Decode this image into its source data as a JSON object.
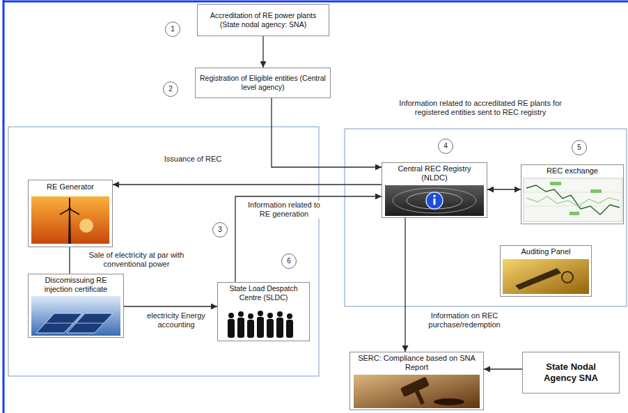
{
  "diagram": {
    "nodes": [
      {
        "text": [
          "Accreditation of RE power plants (State nodal agency: SNA)"
        ]
      },
      {
        "text": [
          "Registration of Eligible entities (Central level agency)"
        ]
      },
      {
        "text": [
          "RE Generator"
        ]
      },
      {
        "text": [
          "Central REC Registry (NLDC)"
        ]
      },
      {
        "text": [
          "REC exchange"
        ]
      },
      {
        "text": [
          "Auditing Panel"
        ]
      },
      {
        "text": [
          "Discomissuing RE injection certificate"
        ]
      },
      {
        "text": [
          "State Load Despatch Centre (SLDC)"
        ]
      },
      {
        "text": [
          "SERC: Compliance based on SNA Report"
        ]
      },
      {
        "text": [
          "State Nodal Agency SNA"
        ]
      }
    ],
    "edges": [
      {
        "from": 0,
        "to": 1,
        "arrow": "to"
      },
      {
        "from": 1,
        "to": 3,
        "arrow": "to"
      },
      {
        "from": 3,
        "to": 2,
        "label": "Issuance of REC",
        "arrow": "to"
      },
      {
        "from": 3,
        "to": 4,
        "arrow": "both"
      },
      {
        "from": 6,
        "to": 2,
        "label": "Sale of electricity at par with conventional power",
        "arrow": "none"
      },
      {
        "from": 6,
        "to": 7,
        "label": "electricity Energy accounting",
        "arrow": "to"
      },
      {
        "from": 7,
        "to": 3,
        "label": "Information related to RE generation",
        "arrow": "to"
      },
      {
        "from": 3,
        "to": 8,
        "label": "Information on REC purchase/redemption",
        "arrow": "to"
      },
      {
        "from": 9,
        "to": 8,
        "arrow": "to"
      }
    ],
    "labels": [
      "1",
      "2",
      "Information related to accreditated RE plants for registered entities sent to REC registry",
      "4",
      "5",
      "3",
      "6"
    ]
  }
}
